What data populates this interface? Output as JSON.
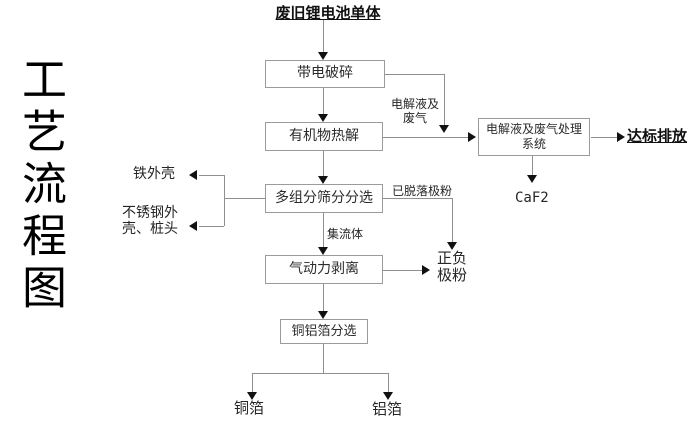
{
  "diagram": {
    "vertical_title": "工艺流程图",
    "source_label": "废旧锂电池单体",
    "boxes": {
      "live_crushing": "带电破碎",
      "organic_pyrolysis": "有机物热解",
      "multi_component_screening": "多组分筛分分选",
      "aerodynamic_stripping": "气动力剥离",
      "cu_al_foil_sorting": "铜铝箔分选",
      "electrolyte_gas_treatment": "电解液及废气处理系统"
    },
    "edge_labels": {
      "electrolyte_and_waste_gas": "电解液及废气",
      "detached_electrode_powder": "已脱落极粉",
      "current_collector": "集流体"
    },
    "outputs": {
      "iron_shell": "铁外壳",
      "stainless_steel_shell_posts": "不锈钢外壳、桩头",
      "positive_negative_electrode_powder": "正负极粉",
      "compliant_discharge": "达标排放",
      "caf2": "CaF2",
      "copper_foil": "铜箔",
      "aluminum_foil": "铝箔"
    },
    "colors": {
      "background": "#ffffff",
      "line": "#8f8f8f",
      "box_border": "#9b9b9b",
      "arrowhead": "#111111",
      "text": "#262626"
    }
  }
}
